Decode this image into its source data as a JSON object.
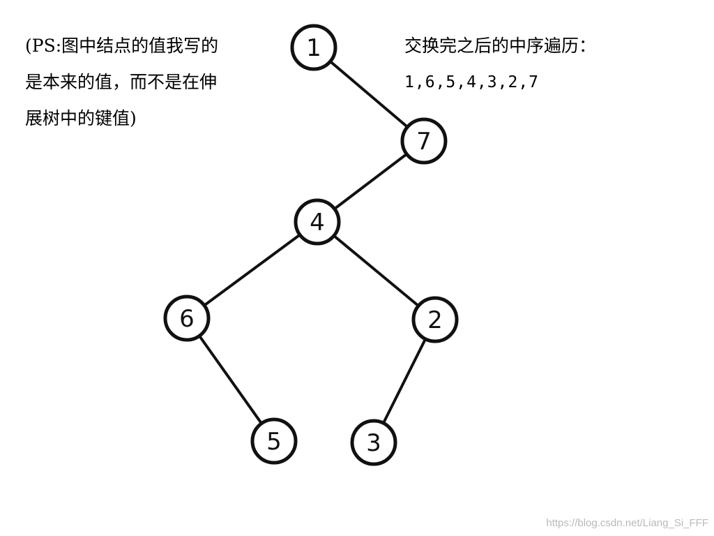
{
  "note": {
    "lines": [
      "(PS:图中结点的值我写的",
      "是本来的值，而不是在伸",
      "展树中的键值)"
    ]
  },
  "traversal": {
    "title": "交换完之后的中序遍历：",
    "sequence": "1,6,5,4,3,2,7"
  },
  "tree": {
    "nodes": [
      {
        "id": "n1",
        "label": "1"
      },
      {
        "id": "n7",
        "label": "7"
      },
      {
        "id": "n4",
        "label": "4"
      },
      {
        "id": "n6",
        "label": "6"
      },
      {
        "id": "n2",
        "label": "2"
      },
      {
        "id": "n5",
        "label": "5"
      },
      {
        "id": "n3",
        "label": "3"
      }
    ],
    "edges": [
      {
        "from": "n1",
        "to": "n7"
      },
      {
        "from": "n7",
        "to": "n4"
      },
      {
        "from": "n4",
        "to": "n6"
      },
      {
        "from": "n4",
        "to": "n2"
      },
      {
        "from": "n6",
        "to": "n5"
      },
      {
        "from": "n2",
        "to": "n3"
      }
    ]
  },
  "watermark": "https://blog.csdn.net/Liang_Si_FFF"
}
